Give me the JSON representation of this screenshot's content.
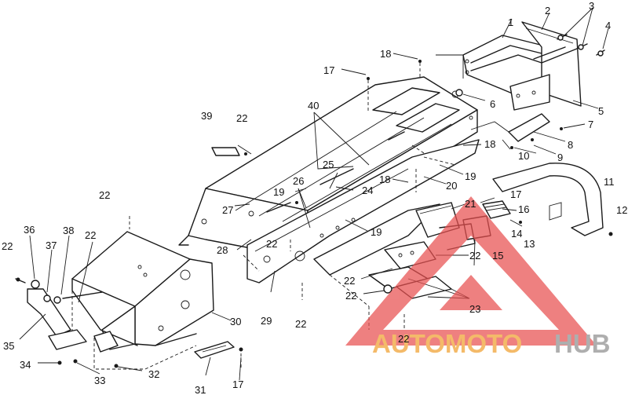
{
  "callouts": [
    "1",
    "2",
    "3",
    "4",
    "5",
    "6",
    "7",
    "8",
    "9",
    "10",
    "11",
    "12",
    "13",
    "14",
    "15",
    "16",
    "17",
    "18",
    "19",
    "20",
    "21",
    "22",
    "23",
    "24",
    "25",
    "26",
    "27",
    "28",
    "29",
    "30",
    "31",
    "32",
    "33",
    "34",
    "35",
    "36",
    "37",
    "38",
    "39",
    "40"
  ],
  "watermark": {
    "part1": "AUTOMOTO",
    "part2": "HUB",
    "color_orange": "#f0a030",
    "color_grey": "#909090",
    "triangle_color": "#e85050"
  }
}
